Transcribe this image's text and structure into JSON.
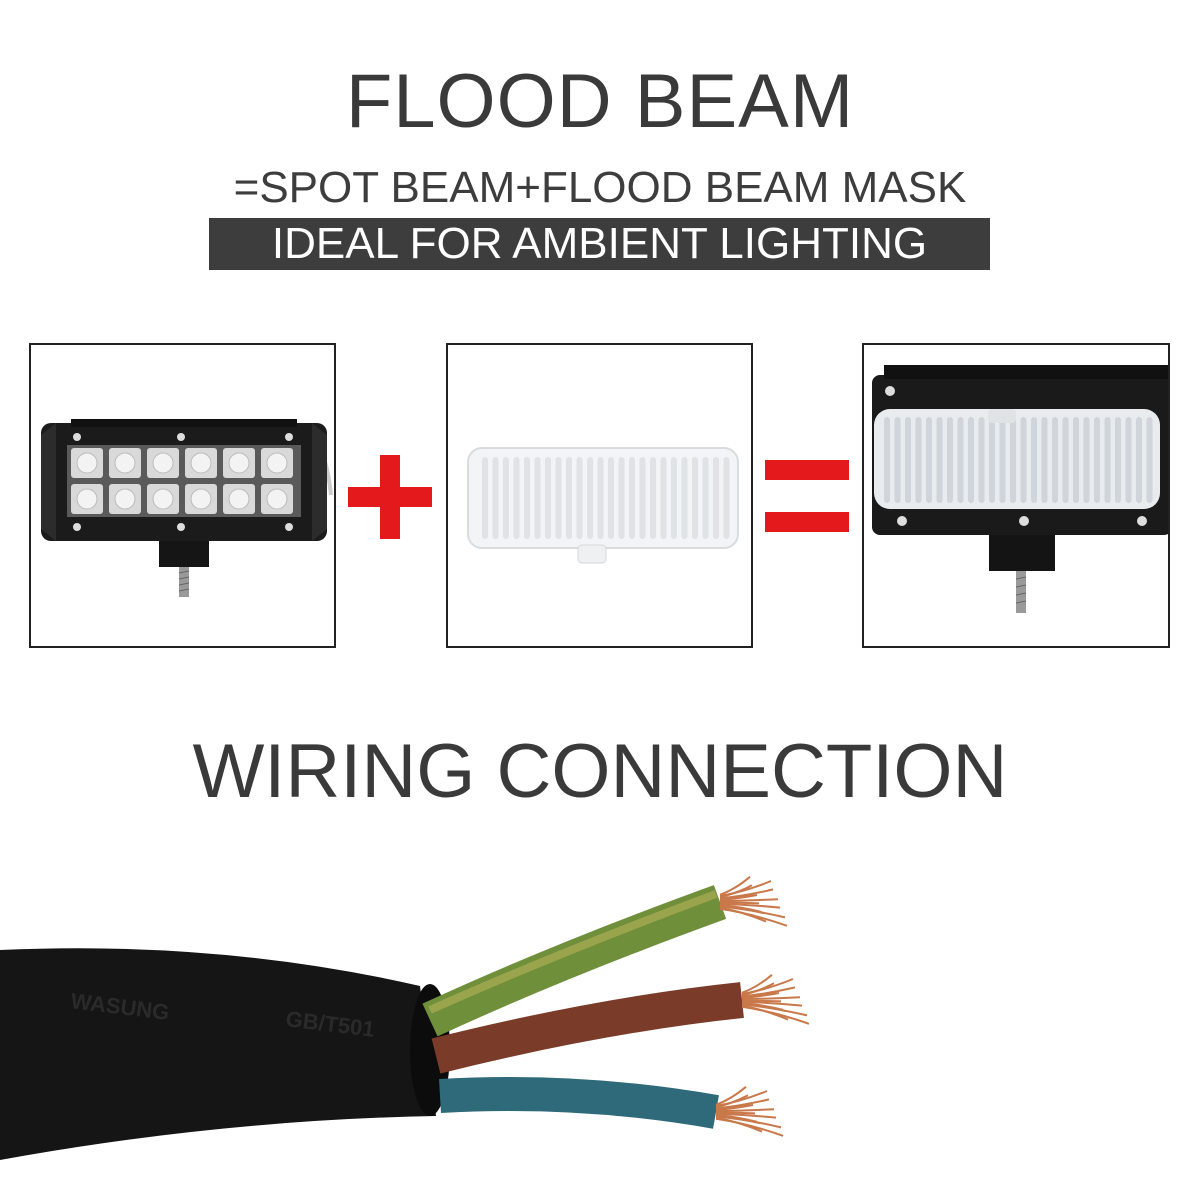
{
  "heading": {
    "title": "FLOOD BEAM",
    "formula": "=SPOT BEAM+FLOOD BEAM MASK",
    "tagline": "IDEAL FOR AMBIENT LIGHTING"
  },
  "panels": [
    {
      "name": "spot-beam-light-bar"
    },
    {
      "name": "flood-beam-mask"
    },
    {
      "name": "flood-beam-light-bar"
    }
  ],
  "operators": {
    "plus": "+",
    "equals": "="
  },
  "wiring": {
    "title": "WIRING CONNECTION",
    "cable_print_1": "WASUNG",
    "cable_print_2": "GB/T501"
  },
  "colors": {
    "text": "#3a3a3a",
    "banner_bg": "#3d3d3d",
    "operator_red": "#e3191c",
    "wire_green_yellow": "#6f8f3a",
    "wire_brown": "#7a3b28",
    "wire_blue": "#2f6a7a",
    "copper": "#c9784a"
  }
}
